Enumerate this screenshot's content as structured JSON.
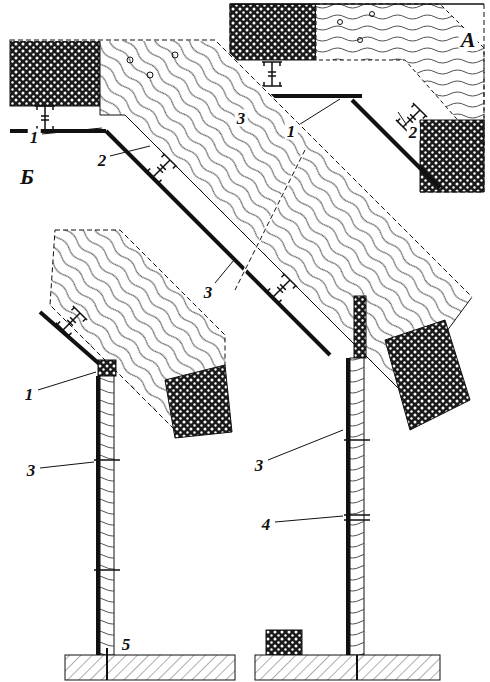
{
  "diagram": {
    "labels": [
      "А",
      "3",
      "1",
      "2",
      "Б",
      "1",
      "2",
      "3",
      "1",
      "3",
      "5",
      "3",
      "4"
    ]
  }
}
